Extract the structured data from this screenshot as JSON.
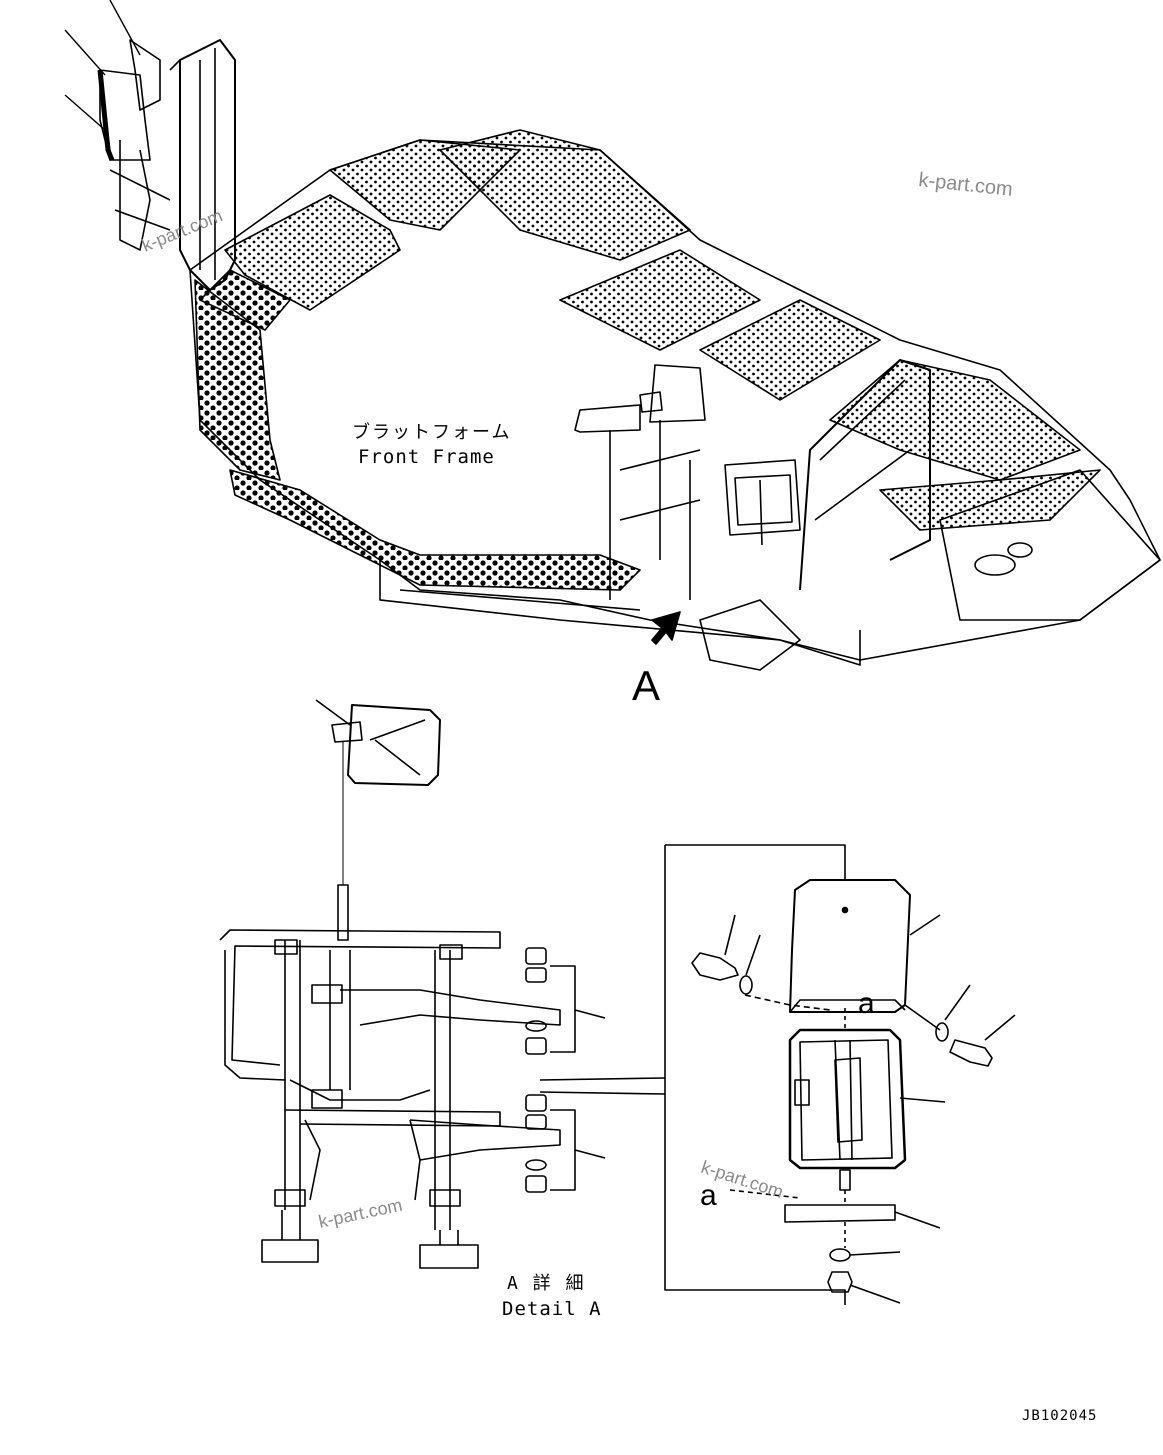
{
  "labels": {
    "platform_jp": "ブラットフォーム",
    "platform_en": "Front Frame",
    "view_arrow_label": "A",
    "detail_jp": "A 詳 細",
    "detail_en": "Detail A",
    "ref_a_top": "a",
    "ref_a_bottom": "a",
    "drawing_number": "JB102045"
  },
  "watermarks": [
    "k-part.com",
    "k-part.com",
    "k-part.com",
    "k-part.com"
  ]
}
